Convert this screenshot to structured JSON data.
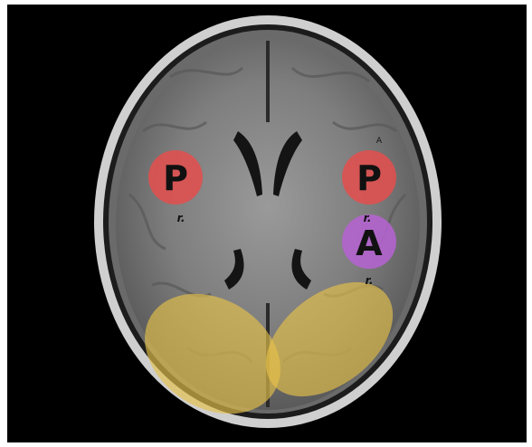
{
  "image": {
    "description_type": "axial brain MRI slice with colored region overlays",
    "background_color": "#000000",
    "overlay_colors": {
      "red": "#e0504f",
      "purple": "#b563d0",
      "yellow": "#e6c24a"
    }
  },
  "labels": {
    "left_big": "P",
    "right_big_top": "P",
    "right_big_bottom": "A",
    "small_left": "r.",
    "small_right_1": "r.",
    "small_right_2": "r.",
    "tiny_top_right": "A"
  }
}
